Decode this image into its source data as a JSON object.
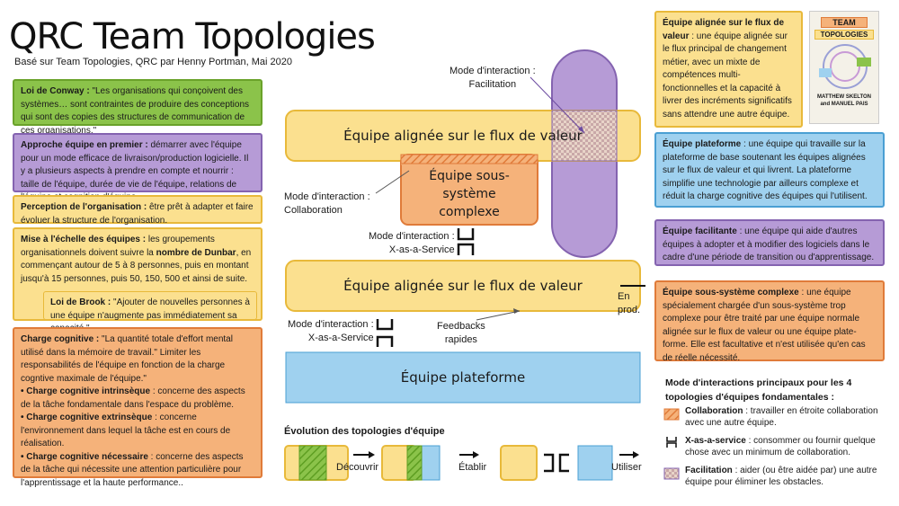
{
  "title": "QRC Team Topologies",
  "subtitle": "Basé sur Team Topologies, QRC par Henny Portman, Mai 2020",
  "left": {
    "conway": {
      "title": "Loi de Conway :",
      "text": " \"Les  organisations qui conçoivent des systèmes… sont contraintes de produire des conceptions qui sont des copies des structures de communication de ces organisations.\""
    },
    "approche": {
      "title": "Approche équipe en premier :",
      "text": " démarrer avec l'équipe pour un mode efficace de livraison/production logicielle. Il y a plusieurs aspects à prendre en compte et nourrir : taille de l'équipe,  durée de vie de l'équipe, relations de l'équipe et cognition d'équipe."
    },
    "perception": {
      "title": "Perception de l'organisation :",
      "text": " être prêt à adapter et faire évoluer la structure de l'organisation."
    },
    "echelle": {
      "title": "Mise à l'échelle des équipes :",
      "text1": " les groupements organisationnels doivent suivre la ",
      "bold": "nombre de Dunbar",
      "text2": ", en commençant autour de 5 à 8 personnes, puis en montant jusqu'à 15 personnes, puis 50, 150, 500 et ainsi de suite."
    },
    "brook": {
      "title": "Loi de Brook :",
      "text": " \"Ajouter de nouvelles personnes à une équipe n'augmente pas immédiatement sa capacité.\""
    },
    "charge": {
      "title": "Charge cognitive :",
      "intro": " \"La quantité totale d'effort mental utilisé  dans la mémoire de travail.\" Limiter les responsabilités de l'équipe en fonction de la charge cogntive maximale de l'équipe.\"",
      "i1_title": "• Charge cognitive intrinsèque",
      "i1_text": " : concerne des aspects de la tâche fondamentale dans l'espace du problème.",
      "i2_title": "• Charge cognitive extrinsèque",
      "i2_text": " : concerne l'environnement dans lequel la tâche est en cours de réalisation.",
      "i3_title": "• Charge cognitive nécessaire",
      "i3_text": " : concerne des aspects de la tâche qui nécessite une attention particulière pour l'apprentissage et la haute performance.."
    }
  },
  "center": {
    "mode_facilitation": "Mode d'interaction :\nFacilitation",
    "stream_team_1": "Équipe alignée sur le flux de valeur",
    "subsystem_team": "Équipe sous-système complexe",
    "mode_collaboration": "Mode d'interaction :\nCollaboration",
    "mode_xaas_1": "Mode d'interaction :\nX-as-a-Service",
    "stream_team_2": "Équipe alignée sur le flux de valeur",
    "en_prod": "En\nprod.",
    "mode_xaas_2": "Mode d'interaction :\nX-as-a-Service",
    "feedbacks": "Feedbacks\nrapides",
    "platform_team": "Équipe plateforme",
    "evolution_title": "Évolution des topologies d'équipe",
    "decouvrir": "Découvrir",
    "etablir": "Établir",
    "utiliser": "Utiliser"
  },
  "book": {
    "line1": "TEAM",
    "line2": "TOPOLOGIES",
    "authors": "MATTHEW SKELTON and MANUEL PAIS"
  },
  "right": {
    "flux": {
      "title": "Équipe alignée sur le flux de valeur",
      "text": " : une équipe alignée sur le flux principal de changement métier, avec un mixte de compétences multi-fonctionnelles et la capacité à livrer des incréments significatifs sans attendre une autre équipe."
    },
    "plateforme": {
      "title": "Équipe plateforme",
      "text": " : une équipe qui travaille sur la plateforme de base soutenant les équipes alignées sur le flux de valeur et qui livrent. La plateforme simplifie une technologie par ailleurs complexe et réduit la charge cognitive des équipes qui l'utilisent."
    },
    "facilitante": {
      "title": "Équipe facilitante",
      "text": " : une équipe qui aide d'autres équipes à adopter et à modifier des logiciels dans le cadre d'une période de transition ou d'apprentissage."
    },
    "soussysteme": {
      "title": "Équipe sous-système complexe",
      "text": " : une équipe spécialement chargée d'un sous-système trop complexe pour être traité par une équipe normale alignée sur le flux de valeur ou une équipe plate-forme. Elle est facultative et n'est utilisée qu'en cas de réelle nécessité."
    },
    "legend": {
      "title": "Mode d'interactions principaux pour les 4 topologies d'équipes fondamentales :",
      "collab_title": "Collaboration",
      "collab_text": " : travailler en étroite collaboration avec une autre équipe.",
      "xaas_title": "X-as-a-service",
      "xaas_text": " : consommer ou fournir quelque chose avec un minimum de collaboration.",
      "facil_title": "Facilitation",
      "facil_text": " : aider (ou être aidée par) une autre équipe pour éliminer les obstacles."
    }
  },
  "colors": {
    "stream": "#fbe08f",
    "platform": "#9fd1ef",
    "enabling": "#b69bd6",
    "subsystem": "#f5b27a",
    "collab": "#e07b39"
  }
}
